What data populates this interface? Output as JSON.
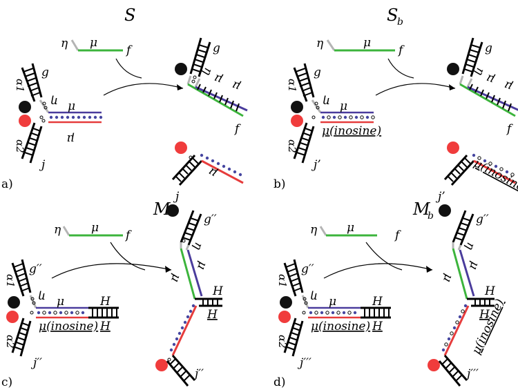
{
  "panels": {
    "a": {
      "title": "S",
      "title_sub": "",
      "panel_label": "a)",
      "incoming": {
        "eta": "η",
        "mu": "μ",
        "f": "f"
      },
      "left": {
        "g": "g",
        "alpha1": "α1",
        "alpha2": "α2",
        "eta": "η",
        "mu": "μ",
        "mu_bottom": "μ",
        "j": "j"
      },
      "right": {
        "g": "g",
        "eta": "η",
        "mu": "μ",
        "mu2": "μ",
        "f": "f",
        "j": "j",
        "mu_bottom": "μ"
      }
    },
    "b": {
      "title": "S",
      "title_sub": "b",
      "panel_label": "b)",
      "incoming": {
        "eta": "η",
        "mu": "μ",
        "f": "f"
      },
      "left": {
        "g": "g",
        "alpha1": "α1",
        "alpha2": "α2",
        "eta": "η",
        "mu": "μ",
        "mu_bottom": "μ(inosine)",
        "j": "j’"
      },
      "right": {
        "g": "g",
        "eta": "η",
        "mu": "μ",
        "mu2": "μ",
        "f": "f",
        "j": "j’",
        "mu_bottom": "μ(inosine)"
      }
    },
    "c": {
      "title": "M",
      "title_sub": "",
      "panel_label": "c)",
      "incoming": {
        "eta": "η",
        "mu": "μ",
        "f": "f"
      },
      "left": {
        "g": "g′′",
        "alpha1": "α1",
        "alpha2": "α2",
        "eta": "η",
        "mu": "μ",
        "mu_bottom": "μ(inosine)",
        "H": "H",
        "H_bottom": "H",
        "j": "j′′"
      },
      "right": {
        "g": "g′′",
        "eta": "η",
        "mu": "μ",
        "mu2": "μ",
        "H": "H",
        "H_bottom": "H",
        "j": "j′′"
      }
    },
    "d": {
      "title": "M",
      "title_sub": "b",
      "panel_label": "d)",
      "incoming": {
        "eta": "η",
        "mu": "μ",
        "f": "f"
      },
      "left": {
        "g": "g′′",
        "alpha1": "α1",
        "alpha2": "α2",
        "eta": "η",
        "mu": "μ",
        "mu_bottom": "μ(inosine)",
        "H": "H",
        "H_bottom": "H",
        "j": "j′′′"
      },
      "right": {
        "g": "g′′",
        "eta": "η",
        "mu": "μ",
        "mu2": "μ",
        "H": "H",
        "H_bottom": "H",
        "j": "j′′′",
        "mu_inosine": "μ(inosine)"
      }
    }
  },
  "colors": {
    "green": "#3cb43c",
    "blue": "#4a3c9c",
    "red": "#e63c3c",
    "gray": "#b4b4b4",
    "dot_blue": "#4646a0",
    "marker_red": "#f03c3c",
    "marker_black": "#111111"
  }
}
